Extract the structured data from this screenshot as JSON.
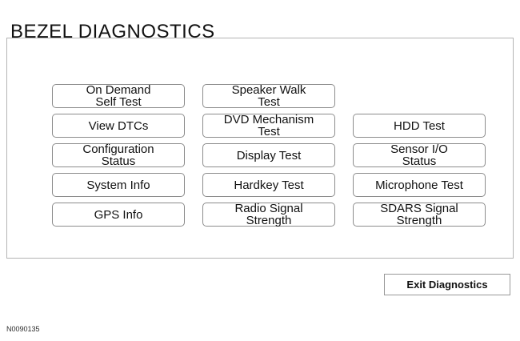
{
  "title": "BEZEL DIAGNOSTICS",
  "figure_number": "N0090135",
  "exit_button": {
    "label": "Exit Diagnostics"
  },
  "buttons": {
    "col1": [
      "On Demand\nSelf Test",
      "View DTCs",
      "Configuration\nStatus",
      "System Info",
      "GPS Info"
    ],
    "col2": [
      "Speaker Walk\nTest",
      "DVD Mechanism\nTest",
      "Display Test",
      "Hardkey Test",
      "Radio Signal\nStrength"
    ],
    "col3": [
      "HDD Test",
      "Sensor I/O\nStatus",
      "Microphone Test",
      "SDARS Signal\nStrength"
    ]
  }
}
